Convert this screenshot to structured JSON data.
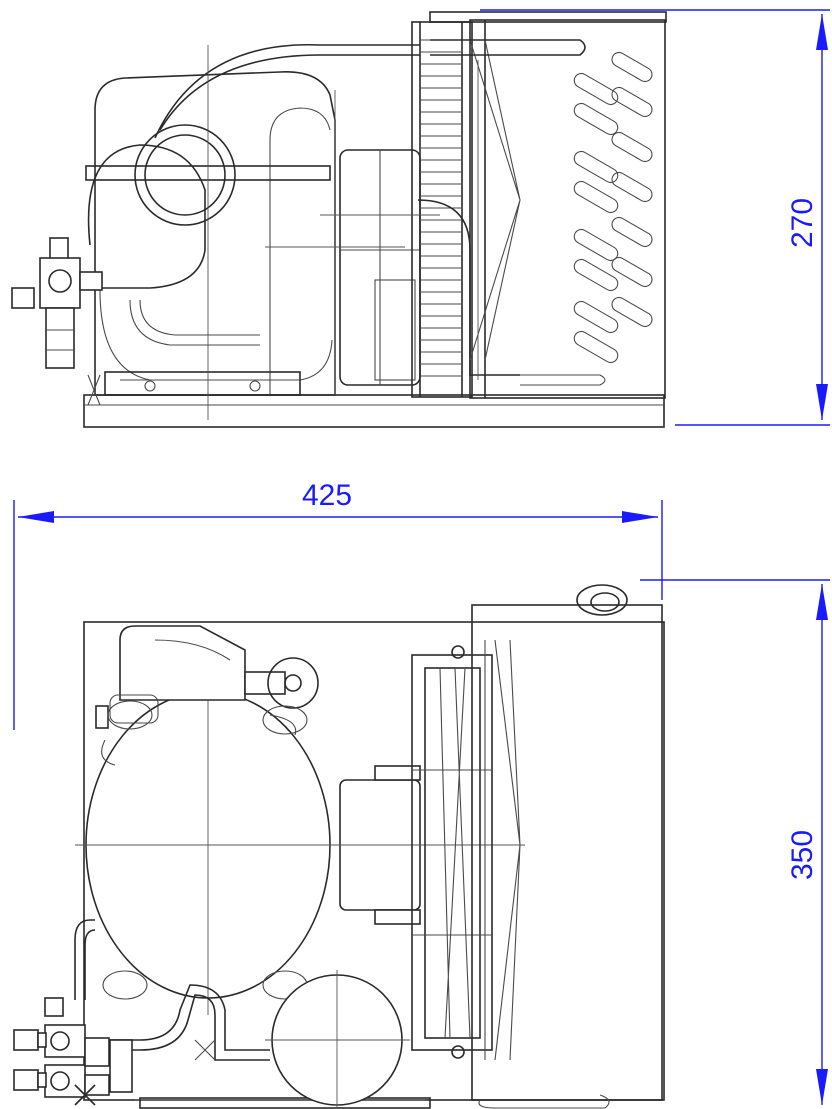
{
  "dimensions": {
    "height": "270",
    "width": "425",
    "depth": "350"
  },
  "colors": {
    "dimension": "#1a1aff",
    "linework": "#2a2a2a",
    "background": "#ffffff"
  }
}
